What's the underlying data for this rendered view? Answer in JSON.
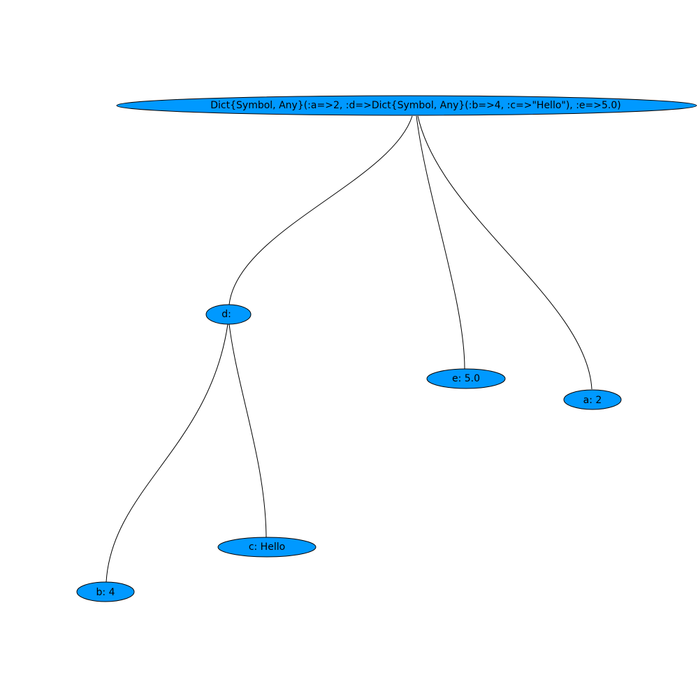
{
  "diagram": {
    "type": "tree",
    "node_fill": "#0099ff",
    "node_stroke": "#000000",
    "edge_color": "#000000",
    "nodes": [
      {
        "id": "root",
        "label": "Dict{Symbol, Any}(:a=>2, :d=>Dict{Symbol, Any}(:b=>4, :c=>\"Hello\"), :e=>5.0)"
      },
      {
        "id": "d",
        "label": "d:"
      },
      {
        "id": "e",
        "label": "e: 5.0"
      },
      {
        "id": "a",
        "label": "a: 2"
      },
      {
        "id": "c",
        "label": "c: Hello"
      },
      {
        "id": "b",
        "label": "b: 4"
      }
    ],
    "edges": [
      {
        "from": "root",
        "to": "d"
      },
      {
        "from": "root",
        "to": "e"
      },
      {
        "from": "root",
        "to": "a"
      },
      {
        "from": "d",
        "to": "c"
      },
      {
        "from": "d",
        "to": "b"
      }
    ]
  }
}
